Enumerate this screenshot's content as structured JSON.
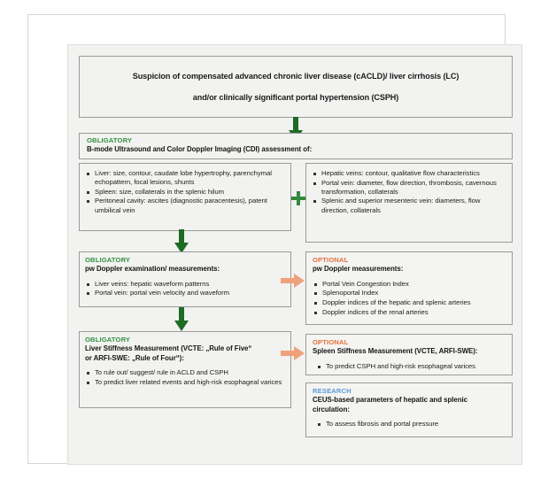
{
  "diagram": {
    "title": {
      "line1": "Suspicion of compensated advanced chronic liver disease (cACLD)/ liver cirrhosis (LC)",
      "line2": "and/or clinically significant portal hypertension (CSPH)"
    },
    "tags": {
      "obligatory": "OBLIGATORY",
      "optional": "OPTIONAL",
      "research": "RESEARCH"
    },
    "colors": {
      "obligatory": "#33923f",
      "optional": "#e2713c",
      "research": "#5b9bd5",
      "arrow_green": "#1d6b25",
      "arrow_orange": "#eea279",
      "plus_green": "#2f8a3c",
      "canvas_bg": "#f2f2f0",
      "box_border": "#9a9a9a"
    },
    "ultrasound_header": {
      "tag": "OBLIGATORY",
      "headline": "B-mode Ultrasound and Color Doppler Imaging (CDI) assessment of:"
    },
    "ultrasound_left": {
      "items": [
        "Liver: size, contour, caudate lobe hypertrophy, parenchymal echopattern, focal lesions, shunts",
        "Spleen: size, collaterals in the splenic hilum",
        "Peritoneal cavity: ascites (diagnostic paracentesis), patent umbilical vein"
      ]
    },
    "ultrasound_right": {
      "items": [
        "Hepatic veins: contour, qualitative flow characteristics",
        "Portal vein: diameter, flow direction, thrombosis, cavernous transformation, collaterals",
        "Splenic and superior mesenteric vein:    diameters, flow direction, collaterals"
      ]
    },
    "plus_symbol": "+",
    "pw_doppler_obligatory": {
      "tag": "OBLIGATORY",
      "headline": "pw Doppler examination/ measurements:",
      "items": [
        "Liver veins: hepatic waveform patterns",
        "Portal vein: portal vein velocity and waveform"
      ]
    },
    "pw_doppler_optional": {
      "tag": "OPTIONAL",
      "headline": "pw Doppler measurements:",
      "items": [
        "Portal Vein Congestion Index",
        "Splenoportal Index",
        "Doppler indices of the hepatic and splenic arteries",
        "Doppler indices of the renal arteries"
      ]
    },
    "liver_stiffness": {
      "tag": "OBLIGATORY",
      "headline_line1": "Liver Stiffness Measurement (VCTE: „Rule of Five“",
      "headline_line2": "or ARFI-SWE: „Rule of Four“):",
      "items": [
        "To rule out/ suggest/ rule in ACLD and CSPH",
        "To predict liver related events and high-risk esophageal varices"
      ]
    },
    "spleen_stiffness": {
      "tag": "OPTIONAL",
      "headline": "Spleen Stiffness Measurement (VCTE, ARFI-SWE):",
      "items": [
        "To predict CSPH and high-risk esophageal varices"
      ]
    },
    "research_ceus": {
      "tag": "RESEARCH",
      "headline_line1": "CEUS-based parameters of hepatic and splenic",
      "headline_line2": "circulation:",
      "items": [
        "To assess fibrosis  and portal pressure"
      ]
    }
  }
}
